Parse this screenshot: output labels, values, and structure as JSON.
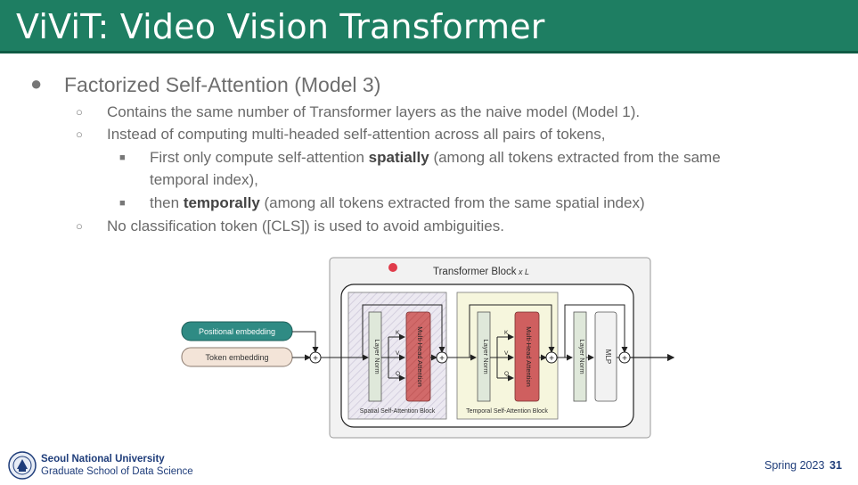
{
  "slide": {
    "title": "ViViT: Video Vision Transformer",
    "bullet_main": "Factorized Self-Attention (Model 3)",
    "sub1": "Contains the same number of Transformer layers as the naive model (Model 1).",
    "sub2": "Instead of computing multi-headed self-attention across all pairs of tokens,",
    "sub2a_pre": "First only compute self-attention ",
    "sub2a_bold": "spatially",
    "sub2a_post": " (among all tokens extracted from the same",
    "sub2a_cont": "temporal index),",
    "sub2b_pre": "then ",
    "sub2b_bold": "temporally",
    "sub2b_post": " (among all tokens extracted from the same spatial index)",
    "sub3": "No classification token ([CLS]) is used to avoid ambiguities."
  },
  "diagram": {
    "block_title": "Transformer Block",
    "block_mult": "x L",
    "positional": "Positional embedding",
    "token": "Token embedding",
    "layer_norm": "Layer Norm",
    "mha": "Multi-Head Attention",
    "mlp": "MLP",
    "k": "K",
    "v": "V",
    "q": "Q",
    "spatial_label": "Spatial Self-Attention Block",
    "temporal_label": "Temporal Self-Attention Block",
    "plus": "+"
  },
  "footer": {
    "university": "Seoul National University",
    "school": "Graduate School of Data Science",
    "term": "Spring 2023",
    "page": "31"
  },
  "colors": {
    "title_bg": "#1e7e62",
    "positional": "#2f8b84",
    "token": "#f3e4d8",
    "mha": "#cf5f5f",
    "layer_norm": "#dfe8da",
    "spatial_bg": "#e4e0ec",
    "temporal_bg": "#f6f6dd",
    "pointer": "#e03b4a"
  }
}
